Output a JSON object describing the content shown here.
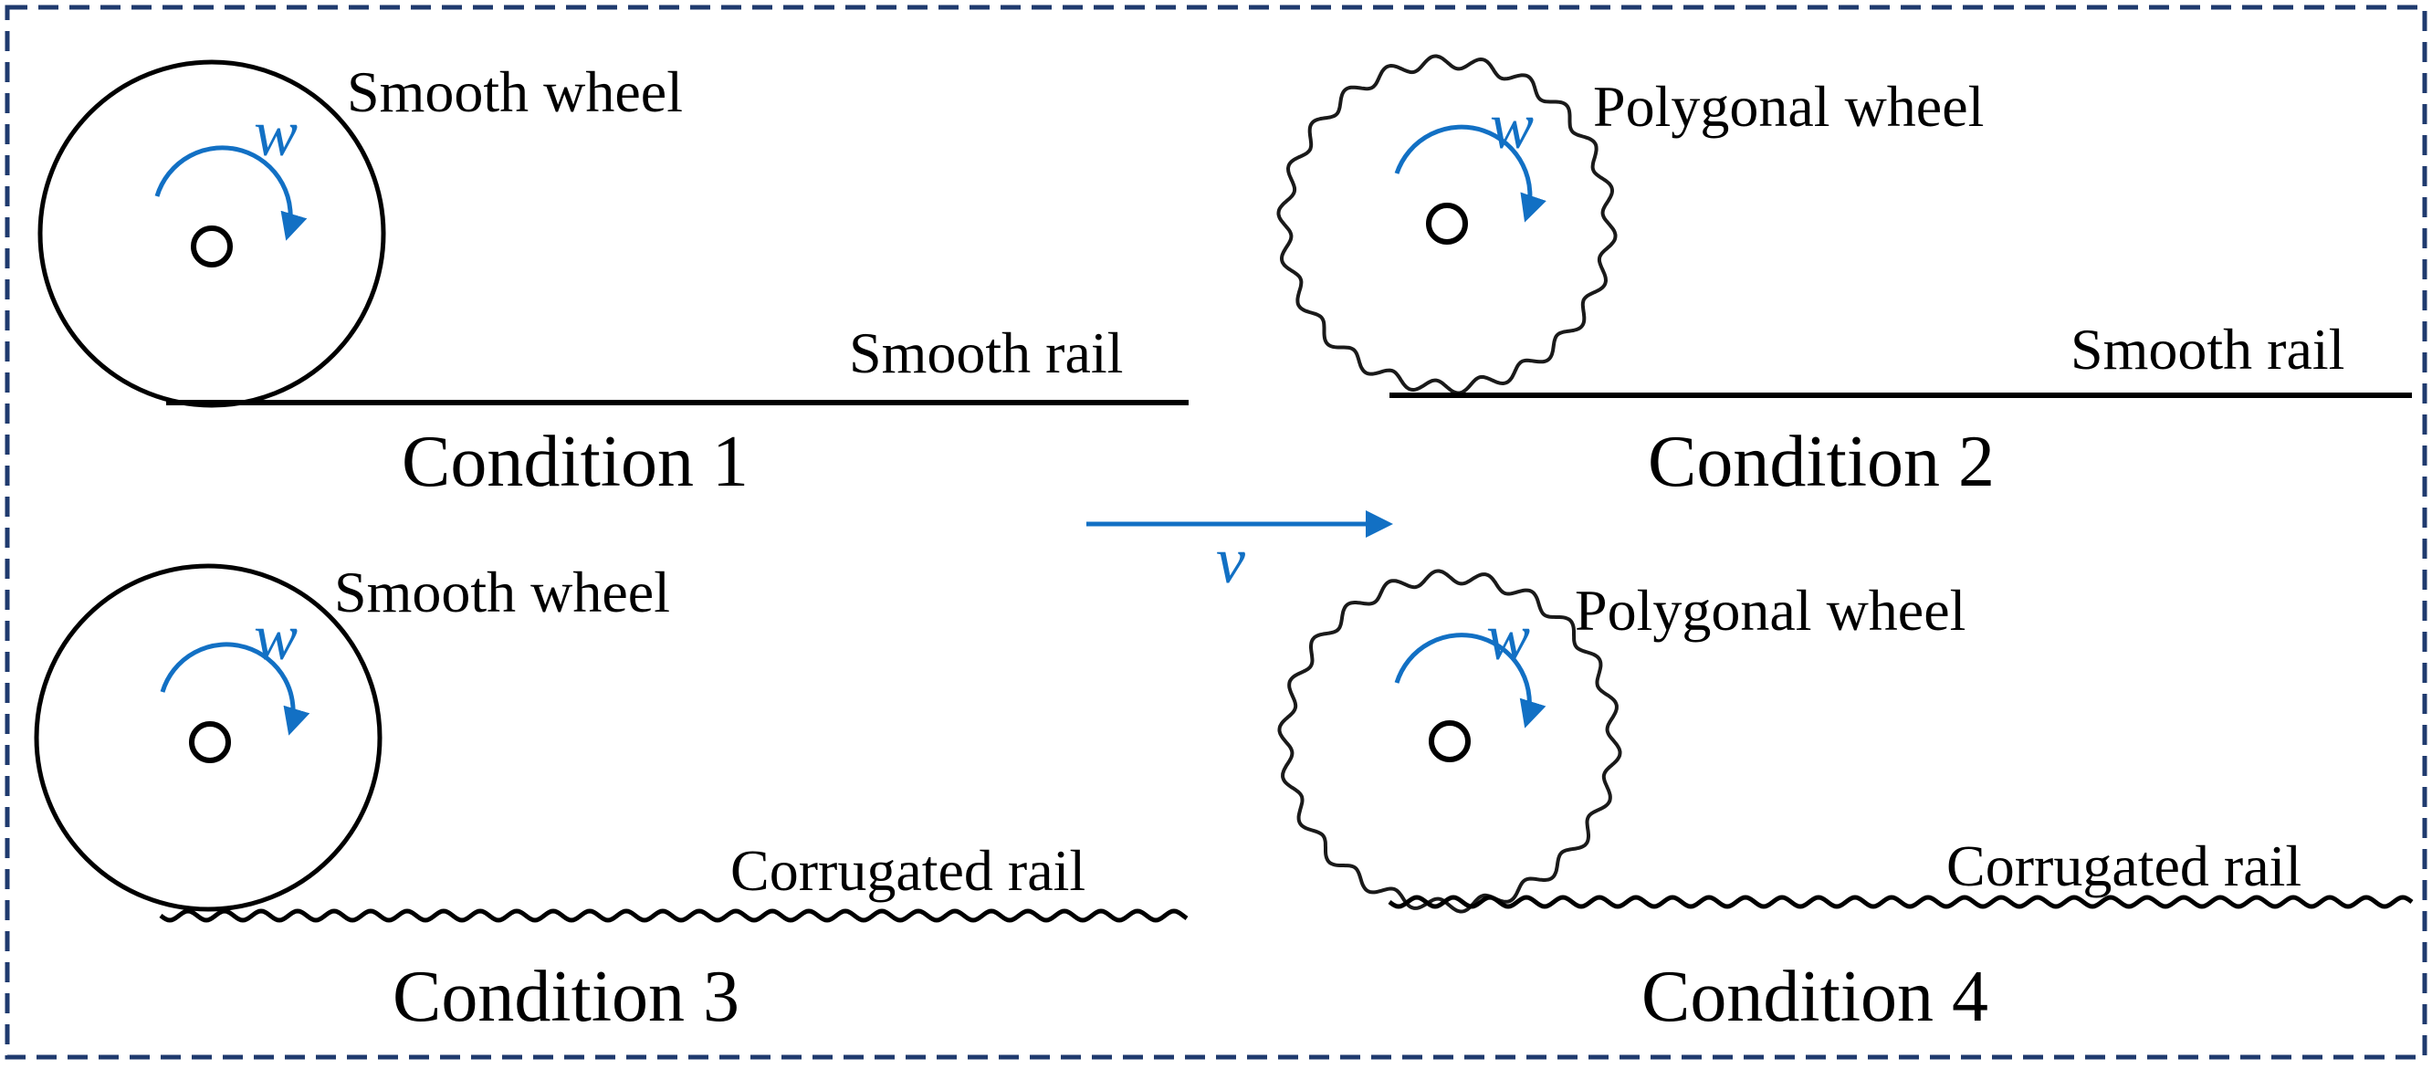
{
  "colors": {
    "frame": "#1f3a6e",
    "ink": "#000000",
    "accent": "#1270c4"
  },
  "velocity_symbol": "v",
  "rotation_symbol": "w",
  "conditions": [
    {
      "caption": "Condition 1",
      "wheel_label": "Smooth wheel",
      "rail_label": "Smooth rail",
      "wheel_type": "smooth",
      "rail_type": "smooth"
    },
    {
      "caption": "Condition 2",
      "wheel_label": "Polygonal wheel",
      "rail_label": "Smooth rail",
      "wheel_type": "polygonal",
      "rail_type": "smooth"
    },
    {
      "caption": "Condition 3",
      "wheel_label": "Smooth wheel",
      "rail_label": "Corrugated  rail",
      "wheel_type": "smooth",
      "rail_type": "corrugated"
    },
    {
      "caption": "Condition 4",
      "wheel_label": "Polygonal wheel",
      "rail_label": "Corrugated  rail",
      "wheel_type": "polygonal",
      "rail_type": "corrugated"
    }
  ]
}
